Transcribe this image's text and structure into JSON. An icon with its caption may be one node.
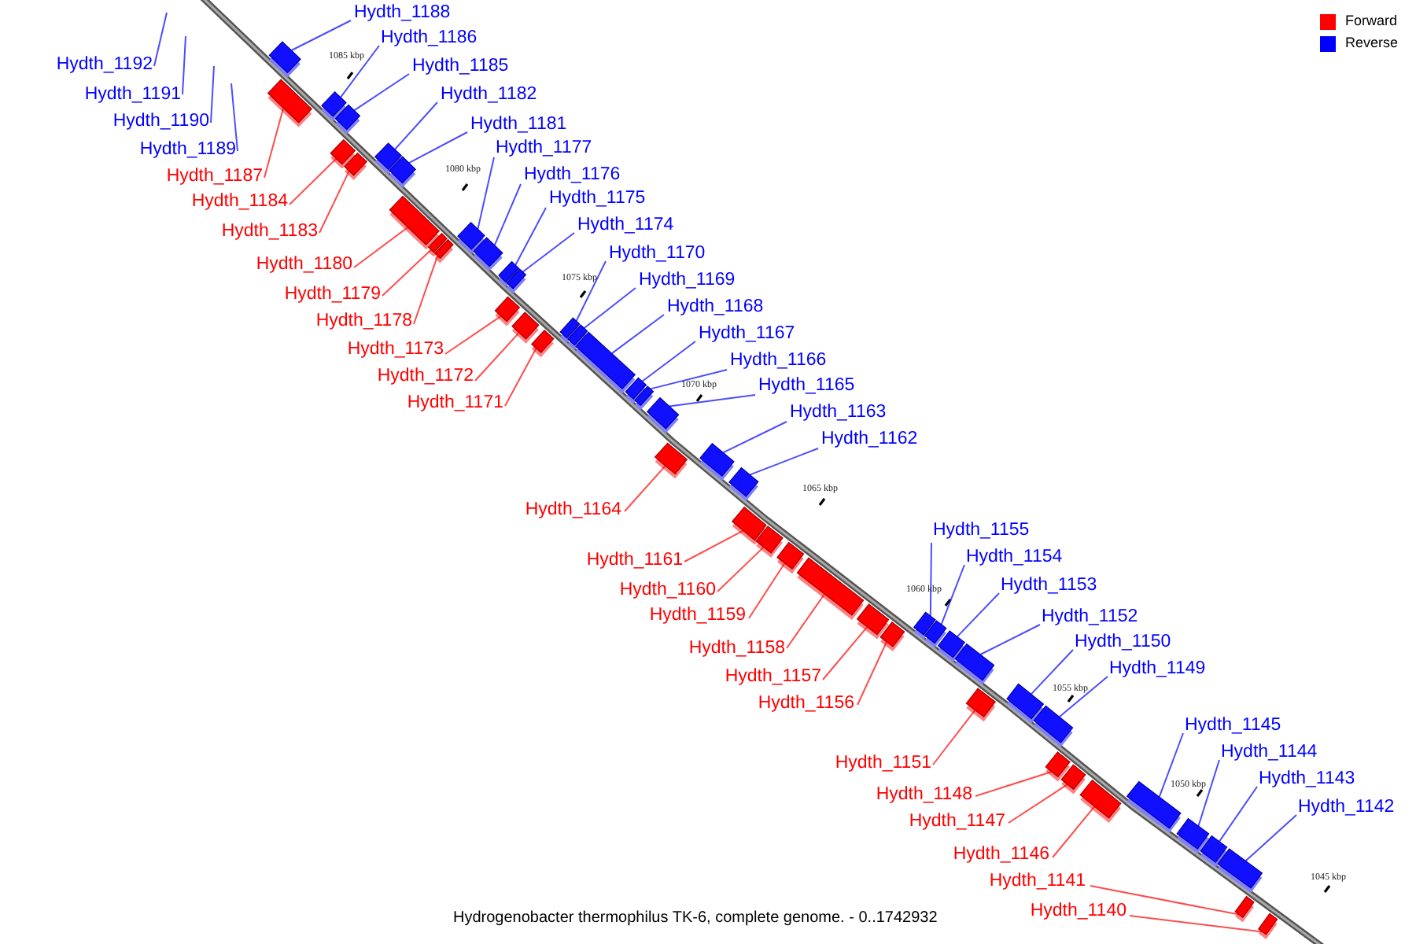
{
  "diagram": {
    "caption": "Hydrogenobacter thermophilus TK-6, complete genome. - 0..1742932",
    "nodes": [
      {
        "text": [
          "Hydth_1188"
        ]
      },
      {
        "text": [
          "Hydth_1186"
        ]
      },
      {
        "text": [
          "Hydth_1192"
        ]
      },
      {
        "text": [
          "Hydth_1185"
        ]
      },
      {
        "text": [
          "Hydth_1191"
        ]
      },
      {
        "text": [
          "Hydth_1182"
        ]
      },
      {
        "text": [
          "Hydth_1190"
        ]
      },
      {
        "text": [
          "Hydth_1181"
        ]
      },
      {
        "text": [
          "Hydth_1189"
        ]
      },
      {
        "text": [
          "Hydth_1177"
        ]
      },
      {
        "text": [
          "Hydth_1187"
        ]
      },
      {
        "text": [
          "Hydth_1176"
        ]
      },
      {
        "text": [
          "Hydth_1175"
        ]
      },
      {
        "text": [
          "Hydth_1184"
        ]
      },
      {
        "text": [
          "Hydth_1174"
        ]
      },
      {
        "text": [
          "Hydth_1183"
        ]
      },
      {
        "text": [
          "Hydth_1170"
        ]
      },
      {
        "text": [
          "Hydth_1180"
        ]
      },
      {
        "text": [
          "Hydth_1169"
        ]
      },
      {
        "text": [
          "Hydth_1179"
        ]
      },
      {
        "text": [
          "Hydth_1168"
        ]
      },
      {
        "text": [
          "Hydth_1178"
        ]
      },
      {
        "text": [
          "Hydth_1167"
        ]
      },
      {
        "text": [
          "Hydth_1173"
        ]
      },
      {
        "text": [
          "Hydth_1166"
        ]
      },
      {
        "text": [
          "Hydth_1172"
        ]
      },
      {
        "text": [
          "Hydth_1165"
        ]
      },
      {
        "text": [
          "Hydth_1171"
        ]
      },
      {
        "text": [
          "Hydth_1163"
        ]
      },
      {
        "text": [
          "Hydth_1162"
        ]
      },
      {
        "text": [
          "Hydth_1164"
        ]
      },
      {
        "text": [
          "Hydth_1155"
        ]
      },
      {
        "text": [
          "Hydth_1161"
        ]
      },
      {
        "text": [
          "Hydth_1154"
        ]
      },
      {
        "text": [
          "Hydth_1153"
        ]
      },
      {
        "text": [
          "Hydth_1160"
        ]
      },
      {
        "text": [
          "Hydth_1159"
        ]
      },
      {
        "text": [
          "Hydth_1152"
        ]
      },
      {
        "text": [
          "Hydth_1150"
        ]
      },
      {
        "text": [
          "Hydth_1158"
        ]
      },
      {
        "text": [
          "Hydth_1149"
        ]
      },
      {
        "text": [
          "Hydth_1157"
        ]
      },
      {
        "text": [
          "Hydth_1156"
        ]
      },
      {
        "text": [
          "Hydth_1145"
        ]
      },
      {
        "text": [
          "Hydth_1144"
        ]
      },
      {
        "text": [
          "Hydth_1151"
        ]
      },
      {
        "text": [
          "Hydth_1143"
        ]
      },
      {
        "text": [
          "Hydth_1148"
        ]
      },
      {
        "text": [
          "Hydth_1142"
        ]
      },
      {
        "text": [
          "Hydth_1147"
        ]
      },
      {
        "text": [
          "Hydth_1146"
        ]
      },
      {
        "text": [
          "Hydth_1141"
        ]
      },
      {
        "text": [
          "Hydth_1140"
        ]
      },
      {
        "text": [],
        "shape": "bar"
      },
      {
        "text": [],
        "shape": "bar"
      },
      {
        "text": [],
        "shape": "bar"
      },
      {
        "text": [],
        "shape": "bar"
      },
      {
        "text": [],
        "shape": "bar"
      },
      {
        "text": [],
        "shape": "bar"
      },
      {
        "text": [],
        "shape": "bar"
      },
      {
        "text": [],
        "shape": "bar"
      },
      {
        "text": [],
        "shape": "bar"
      },
      {
        "text": [],
        "shape": "bar"
      },
      {
        "text": [],
        "shape": "bar"
      },
      {
        "text": [],
        "shape": "bar"
      },
      {
        "text": [],
        "shape": "bar"
      },
      {
        "text": [],
        "shape": "bar"
      },
      {
        "text": [],
        "shape": "bar"
      },
      {
        "text": [],
        "shape": "bar"
      },
      {
        "text": [],
        "shape": "bar"
      },
      {
        "text": [],
        "shape": "bar"
      },
      {
        "text": [],
        "shape": "bar"
      },
      {
        "text": [],
        "shape": "bar"
      },
      {
        "text": [],
        "shape": "bar"
      },
      {
        "text": [],
        "shape": "bar"
      },
      {
        "text": [],
        "shape": "bar"
      },
      {
        "text": [],
        "shape": "bar"
      },
      {
        "text": [],
        "shape": "bar"
      },
      {
        "text": [],
        "shape": "bar"
      },
      {
        "text": [],
        "shape": "bar"
      },
      {
        "text": [],
        "shape": "bar"
      },
      {
        "text": [],
        "shape": "bar"
      },
      {
        "text": [],
        "shape": "bar"
      },
      {
        "text": [],
        "shape": "bar"
      },
      {
        "text": [],
        "shape": "bar"
      },
      {
        "text": [],
        "shape": "bar"
      },
      {
        "text": [],
        "shape": "bar"
      },
      {
        "text": [],
        "shape": "bar"
      },
      {
        "text": [],
        "shape": "bar"
      },
      {
        "text": [],
        "shape": "bar"
      },
      {
        "text": [],
        "shape": "bar"
      },
      {
        "text": [],
        "shape": "bar"
      },
      {
        "text": [],
        "shape": "bar"
      },
      {
        "text": [],
        "shape": "bar"
      },
      {
        "text": [],
        "shape": "bar"
      },
      {
        "text": [],
        "shape": "bar"
      },
      {
        "text": [],
        "shape": "bar"
      },
      {
        "text": [],
        "shape": "bar"
      },
      {
        "text": [],
        "shape": "bar"
      },
      {
        "text": [],
        "shape": "bar"
      },
      {
        "text": [],
        "shape": "bar"
      },
      {
        "text": [],
        "shape": "bar"
      }
    ],
    "edges": [
      {
        "from": 0,
        "to": 53,
        "arrow": "none"
      },
      {
        "from": 1,
        "to": 55,
        "arrow": "none"
      },
      {
        "from": 2,
        "to": null,
        "arrow": "none"
      },
      {
        "from": 3,
        "to": 56,
        "arrow": "none"
      },
      {
        "from": 4,
        "to": null,
        "arrow": "none"
      },
      {
        "from": 5,
        "to": 59,
        "arrow": "none"
      },
      {
        "from": 6,
        "to": null,
        "arrow": "none"
      },
      {
        "from": 7,
        "to": 60,
        "arrow": "none"
      },
      {
        "from": 8,
        "to": null,
        "arrow": "none"
      },
      {
        "from": 9,
        "to": 64,
        "arrow": "none"
      },
      {
        "from": 10,
        "to": 54,
        "arrow": "none",
        "color": "#ff0000"
      },
      {
        "from": 11,
        "to": 65,
        "arrow": "none"
      },
      {
        "from": 12,
        "to": 66,
        "arrow": "none"
      },
      {
        "from": 13,
        "to": 57,
        "arrow": "none",
        "color": "#ff0000"
      },
      {
        "from": 14,
        "to": 67,
        "arrow": "none"
      },
      {
        "from": 15,
        "to": 58,
        "arrow": "none",
        "color": "#ff0000"
      },
      {
        "from": 16,
        "to": 71,
        "arrow": "none"
      },
      {
        "from": 17,
        "to": 61,
        "arrow": "none",
        "color": "#ff0000"
      },
      {
        "from": 18,
        "to": 72,
        "arrow": "none"
      },
      {
        "from": 19,
        "to": 62,
        "arrow": "none",
        "color": "#ff0000"
      },
      {
        "from": 20,
        "to": 73,
        "arrow": "none"
      },
      {
        "from": 21,
        "to": 63,
        "arrow": "none",
        "color": "#ff0000"
      },
      {
        "from": 22,
        "to": 74,
        "arrow": "none"
      },
      {
        "from": 23,
        "to": 68,
        "arrow": "none",
        "color": "#ff0000"
      },
      {
        "from": 24,
        "to": 75,
        "arrow": "none"
      },
      {
        "from": 25,
        "to": 69,
        "arrow": "none",
        "color": "#ff0000"
      },
      {
        "from": 26,
        "to": 76,
        "arrow": "none"
      },
      {
        "from": 27,
        "to": 70,
        "arrow": "none",
        "color": "#ff0000"
      },
      {
        "from": 28,
        "to": 78,
        "arrow": "none"
      },
      {
        "from": 29,
        "to": 79,
        "arrow": "none"
      },
      {
        "from": 30,
        "to": 77,
        "arrow": "none",
        "color": "#ff0000"
      },
      {
        "from": 31,
        "to": 86,
        "arrow": "none"
      },
      {
        "from": 32,
        "to": 80,
        "arrow": "none",
        "color": "#ff0000"
      },
      {
        "from": 33,
        "to": 87,
        "arrow": "none"
      },
      {
        "from": 34,
        "to": 88,
        "arrow": "none"
      },
      {
        "from": 35,
        "to": 81,
        "arrow": "none",
        "color": "#ff0000"
      },
      {
        "from": 36,
        "to": 82,
        "arrow": "none",
        "color": "#ff0000"
      },
      {
        "from": 37,
        "to": 89,
        "arrow": "none"
      },
      {
        "from": 38,
        "to": 91,
        "arrow": "none"
      },
      {
        "from": 39,
        "to": 83,
        "arrow": "none",
        "color": "#ff0000"
      },
      {
        "from": 40,
        "to": 92,
        "arrow": "none"
      },
      {
        "from": 41,
        "to": 84,
        "arrow": "none",
        "color": "#ff0000"
      },
      {
        "from": 42,
        "to": 85,
        "arrow": "none",
        "color": "#ff0000"
      },
      {
        "from": 43,
        "to": 96,
        "arrow": "none"
      },
      {
        "from": 44,
        "to": 97,
        "arrow": "none"
      },
      {
        "from": 45,
        "to": 90,
        "arrow": "none",
        "color": "#ff0000"
      },
      {
        "from": 46,
        "to": 98,
        "arrow": "none"
      },
      {
        "from": 47,
        "to": 93,
        "arrow": "none",
        "color": "#ff0000"
      },
      {
        "from": 48,
        "to": 99,
        "arrow": "none"
      },
      {
        "from": 49,
        "to": 94,
        "arrow": "none",
        "color": "#ff0000"
      },
      {
        "from": 50,
        "to": 95,
        "arrow": "none",
        "color": "#ff0000"
      },
      {
        "from": 51,
        "to": 100,
        "arrow": "none",
        "color": "#ff0000"
      },
      {
        "from": 52,
        "to": 101,
        "arrow": "none",
        "color": "#ff0000"
      }
    ],
    "labels": [
      "1085 kbp",
      "1080 kbp",
      "1075 kbp",
      "1070 kbp",
      "1065 kbp",
      "1060 kbp",
      "1055 kbp",
      "1050 kbp",
      "1045 kbp"
    ],
    "legend": [
      {
        "text": "Forward",
        "color": "#ff0000"
      },
      {
        "text": "Reverse",
        "color": "#0000ff"
      }
    ]
  }
}
